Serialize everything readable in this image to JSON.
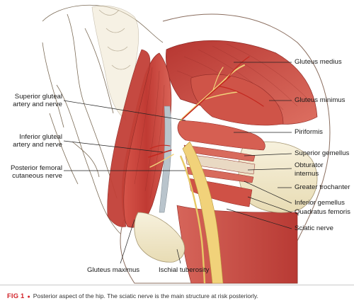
{
  "labels": {
    "gluteus_medius": "Gluteus medius",
    "gluteus_minimus": "Gluteus minimus",
    "piriformis": "Piriformis",
    "superior_gemellus": "Superior gemellus",
    "obturator_internus_1": "Obturator",
    "obturator_internus_2": "internus",
    "greater_trochanter": "Greater trochanter",
    "inferior_gemellus": "Inferior gemellus",
    "quadratus_femoris": "Quadratus femoris",
    "sciatic_nerve": "Sciatic nerve",
    "superior_gluteal_1": "Superior gluteal",
    "superior_gluteal_2": "artery and nerve",
    "inferior_gluteal_1": "Inferior gluteal",
    "inferior_gluteal_2": "artery and nerve",
    "post_fem_cut_1": "Posterior femoral",
    "post_fem_cut_2": "cutaneous nerve",
    "gluteus_maximus": "Gluteus maximus",
    "ischial_tuberosity": "Ischial tuberosity"
  },
  "caption": {
    "fig_number": "FIG 1",
    "text": "Posterior aspect of the hip. The sciatic nerve is the main structure at risk posteriorly."
  },
  "colors": {
    "muscle": "#c8443c",
    "muscle_dark": "#8e2a25",
    "muscle_light": "#e27a6d",
    "bone": "#f3ecd2",
    "nerve": "#f1d27a",
    "vessel": "#c3281f",
    "caption_accent": "#d2232a"
  }
}
